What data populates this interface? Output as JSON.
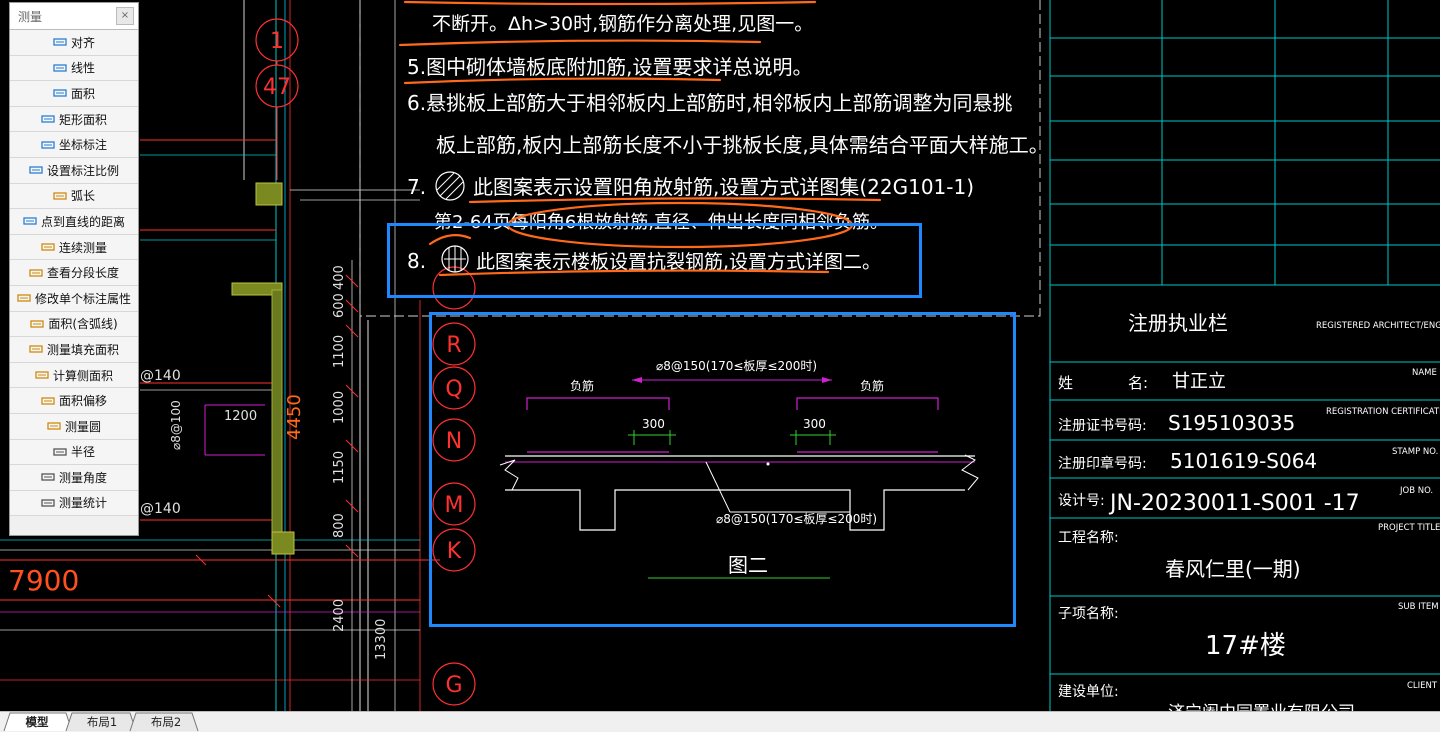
{
  "measure_panel": {
    "title": "测量",
    "close_glyph": "×",
    "items": [
      {
        "label": "对齐",
        "icon": "align-icon"
      },
      {
        "label": "线性",
        "icon": "linear-icon"
      },
      {
        "label": "面积",
        "icon": "area-icon"
      },
      {
        "label": "矩形面积",
        "icon": "rect-area-icon"
      },
      {
        "label": "坐标标注",
        "icon": "coordinate-icon"
      },
      {
        "label": "设置标注比例",
        "icon": "scale-icon"
      },
      {
        "label": "弧长",
        "icon": "arc-icon"
      },
      {
        "label": "点到直线的距离",
        "icon": "point-line-icon"
      },
      {
        "label": "连续测量",
        "icon": "continuous-icon"
      },
      {
        "label": "查看分段长度",
        "icon": "segment-icon"
      },
      {
        "label": "修改单个标注属性",
        "icon": "edit-dim-icon"
      },
      {
        "label": "面积(含弧线)",
        "icon": "arc-area-icon"
      },
      {
        "label": "测量填充面积",
        "icon": "fill-area-icon"
      },
      {
        "label": "计算侧面积",
        "icon": "side-area-icon"
      },
      {
        "label": "面积偏移",
        "icon": "offset-area-icon"
      },
      {
        "label": "测量圆",
        "icon": "circle-icon"
      },
      {
        "label": "半径",
        "icon": "radius-icon"
      },
      {
        "label": "测量角度",
        "icon": "angle-icon"
      },
      {
        "label": "测量统计",
        "icon": "stats-icon"
      }
    ]
  },
  "tabs": [
    {
      "label": "模型",
      "active": true
    },
    {
      "label": "布局1",
      "active": false
    },
    {
      "label": "布局2",
      "active": false
    }
  ],
  "notes": {
    "line1": "不断开。Δh>30时,钢筋作分离处理,见图一。",
    "line5": "5.图中砌体墙板底附加筋,设置要求详总说明。",
    "line6a": "6.悬挑板上部筋大于相邻板内上部筋时,相邻板内上部筋调整为同悬挑",
    "line6b": "板上部筋,板内上部筋长度不小于挑板长度,具体需结合平面大样施工。",
    "line7_num": "7.",
    "line7a": "此图案表示设置阳角放射筋,设置方式详图集(22G101-1)",
    "line7b": "第2-64页每阳角6根放射筋,直径、伸出长度同相邻负筋。",
    "line8_num": "8.",
    "line8": "此图案表示楼板设置抗裂钢筋,设置方式详图二。"
  },
  "axis_bubbles": [
    "1",
    "47",
    "R",
    "Q",
    "N",
    "M",
    "K",
    "G"
  ],
  "left_drawing": {
    "dims_vertical": [
      "400",
      "600",
      "1100",
      "1000",
      "1150",
      "800",
      "2400",
      "13300"
    ],
    "dim_4450": "4450",
    "dim_1200": "1200",
    "rebar_140_a": "@140",
    "rebar_140_b": "@140",
    "rebar_100": "⌀8@100",
    "dim_7900": "7900"
  },
  "detail": {
    "top_label": "⌀8@150(170≤板厚≤200时)",
    "neg_left": "负筋",
    "neg_right": "负筋",
    "dim_left": "300",
    "dim_right": "300",
    "bottom_label": "⌀8@150(170≤板厚≤200时)",
    "caption": "图二"
  },
  "title_block": {
    "reg_title": "注册执业栏",
    "reg_en": "REGISTERED ARCHITECT/ENGINEER",
    "name_label_a": "姓",
    "name_label_b": "名:",
    "name_value": "甘正立",
    "name_en": "NAME",
    "cert_label": "注册证书号码:",
    "cert_value": "S195103035",
    "cert_en": "REGISTRATION CERTIFICATE NO.",
    "stamp_label": "注册印章号码:",
    "stamp_value": "5101619-S064",
    "stamp_en": "STAMP NO.",
    "job_label": "设计号:",
    "job_value": "JN-20230011-S001 -17",
    "job_en": "JOB NO.",
    "project_label": "工程名称:",
    "project_value": "春风仁里(一期)",
    "project_en": "PROJECT TITLE",
    "sub_label": "子项名称:",
    "sub_value": "17#楼",
    "sub_en": "SUB ITEM",
    "client_label": "建设单位:",
    "client_value": "济宁阖中园置业有限公司",
    "client_en": "CLIENT"
  },
  "colors": {
    "selection": "#1e88ff",
    "markup": "#ff6a1a",
    "cad_white": "#ffffff",
    "cad_red": "#ff2020",
    "cad_cyan": "#00c8c8",
    "cad_magenta": "#d020d0",
    "cad_green": "#30d030"
  }
}
